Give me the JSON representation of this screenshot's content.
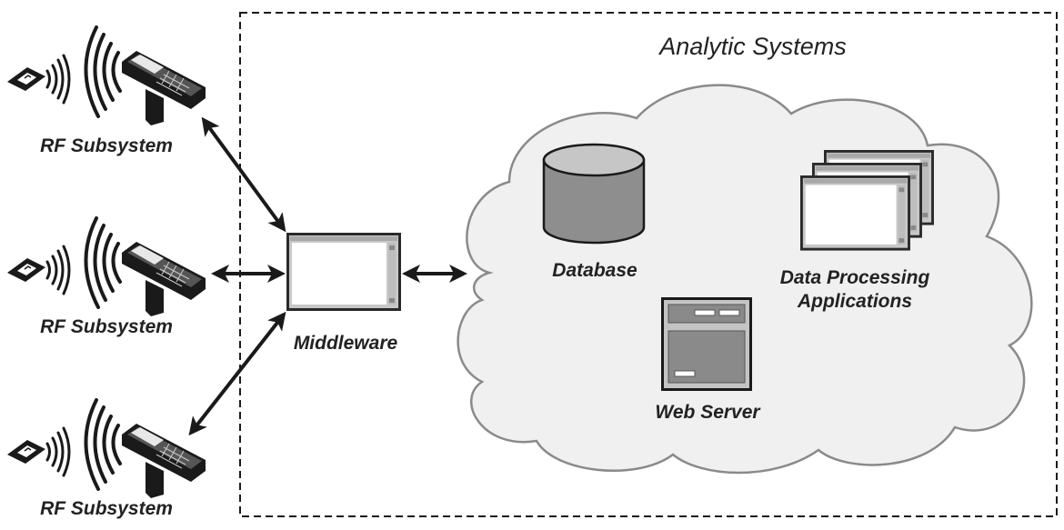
{
  "diagram": {
    "title": "Analytic Systems",
    "colors": {
      "ink": "#1a1a1a",
      "cloud_fill": "#f0f0f0",
      "cloud_stroke": "#8a8a8a",
      "device_gray": "#9a9a9a",
      "window_bar": "#b8b8b8"
    },
    "rf_subsystems": [
      {
        "label": "RF Subsystem",
        "icon": "rfid-tag-and-handheld-reader"
      },
      {
        "label": "RF Subsystem",
        "icon": "rfid-tag-and-handheld-reader"
      },
      {
        "label": "RF Subsystem",
        "icon": "rfid-tag-and-handheld-reader"
      }
    ],
    "middleware": {
      "label": "Middleware",
      "icon": "application-window"
    },
    "analytic_systems": {
      "container": "cloud",
      "components": [
        {
          "id": "database",
          "label": "Database",
          "icon": "database-cylinder"
        },
        {
          "id": "data-processing",
          "label_lines": [
            "Data Processing",
            "Applications"
          ],
          "icon": "stacked-windows"
        },
        {
          "id": "web-server",
          "label": "Web Server",
          "icon": "server-panel"
        }
      ]
    },
    "connections": [
      {
        "from": "RF Subsystem 1",
        "to": "Middleware",
        "direction": "bidirectional"
      },
      {
        "from": "RF Subsystem 2",
        "to": "Middleware",
        "direction": "bidirectional"
      },
      {
        "from": "RF Subsystem 3",
        "to": "Middleware",
        "direction": "bidirectional"
      },
      {
        "from": "Middleware",
        "to": "Analytic Systems",
        "direction": "bidirectional"
      }
    ]
  }
}
